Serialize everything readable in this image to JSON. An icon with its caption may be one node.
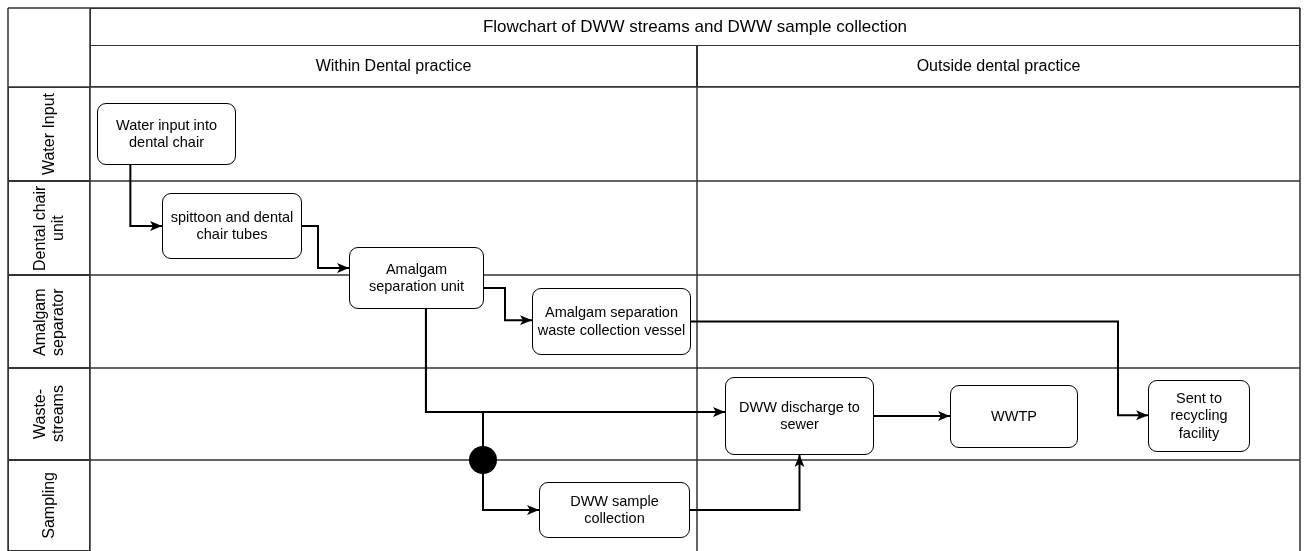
{
  "diagram": {
    "title": "Flowchart of DWW streams and DWW sample collection",
    "nodes": [
      {
        "text": [
          "Within Dental practice"
        ]
      },
      {
        "text": [
          "Outside dental practice"
        ]
      },
      {
        "text": [
          "Water Input"
        ]
      },
      {
        "text": [
          "Dental chair unit"
        ]
      },
      {
        "text": [
          "Amalgam separator"
        ]
      },
      {
        "text": [
          "Waste-streams"
        ]
      },
      {
        "text": [
          "Sampling"
        ]
      },
      {
        "text": [
          "Water input into dental chair"
        ]
      },
      {
        "text": [
          "spittoon and dental chair tubes"
        ]
      },
      {
        "text": [
          "Amalgam separation unit"
        ]
      },
      {
        "text": [
          "Amalgam separation waste collection vessel"
        ]
      },
      {
        "text": [
          "DWW discharge to sewer"
        ]
      },
      {
        "text": [
          "WWTP"
        ]
      },
      {
        "text": [
          "Sent to recycling facility"
        ]
      },
      {
        "text": [
          "DWW sample collection"
        ]
      },
      {
        "text": [],
        "shape": "circle"
      }
    ],
    "edges": [
      {
        "from": 7,
        "to": 8,
        "arrow": "to"
      },
      {
        "from": 8,
        "to": 9,
        "arrow": "to"
      },
      {
        "from": 9,
        "to": 10,
        "arrow": "to"
      },
      {
        "from": 9,
        "to": 11,
        "arrow": "to"
      },
      {
        "from": 9,
        "to": 15,
        "arrow": "none"
      },
      {
        "from": 15,
        "to": 14,
        "arrow": "to"
      },
      {
        "from": 10,
        "to": 13,
        "arrow": "to"
      },
      {
        "from": 11,
        "to": 12,
        "arrow": "to"
      },
      {
        "from": 14,
        "to": 11,
        "arrow": "to"
      }
    ]
  }
}
